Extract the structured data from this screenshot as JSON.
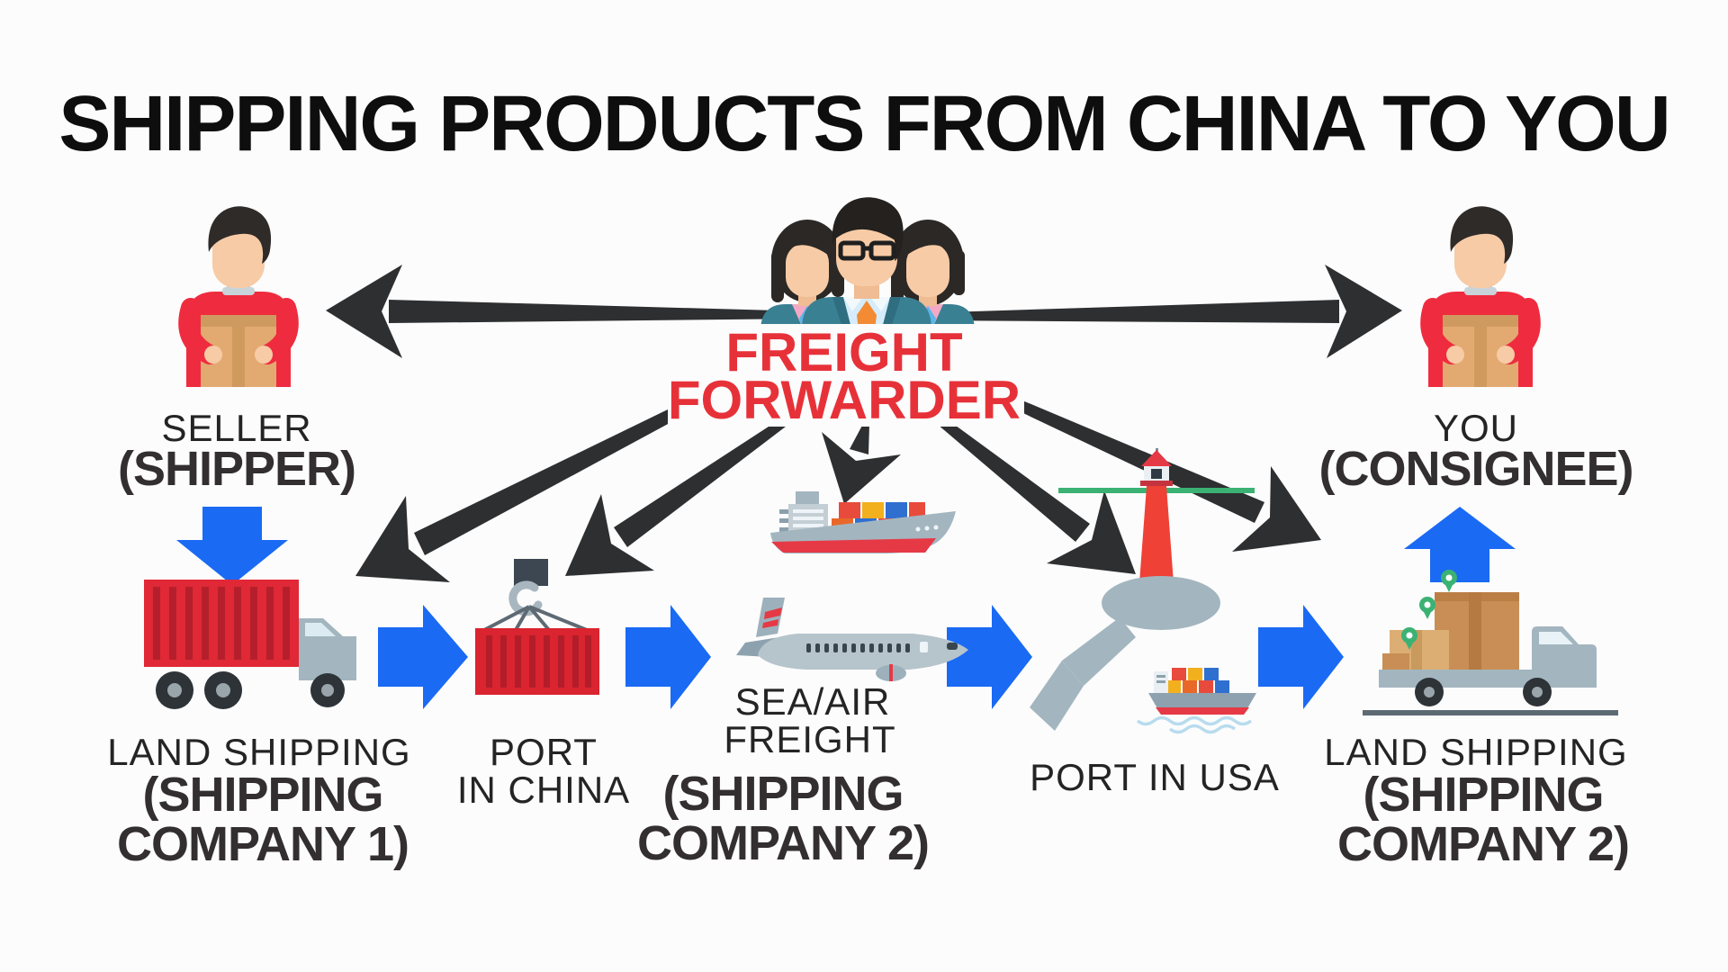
{
  "title": "SHIPPING PRODUCTS FROM CHINA TO YOU",
  "colors": {
    "accent_red": "#e73139",
    "arrow_black": "#2d2f31",
    "arrow_blue": "#1a6af4"
  },
  "freight_forwarder": {
    "label": "FREIGHT FORWARDER",
    "icon": "business-team-icon"
  },
  "nodes": {
    "seller": {
      "label": "SELLER",
      "sublabel": "(SHIPPER)",
      "icon": "person-holding-box-icon"
    },
    "you": {
      "label": "YOU",
      "sublabel": "(CONSIGNEE)",
      "icon": "person-holding-box-icon"
    },
    "land_shipping_1": {
      "label": "LAND SHIPPING",
      "sublabel": "(SHIPPING COMPANY 1)",
      "icon": "container-truck-icon"
    },
    "port_in_china": {
      "label_line1": "PORT",
      "label_line2": "IN CHINA",
      "icon": "crane-hook-container-icon"
    },
    "sea_air_freight": {
      "label_line1": "SEA/AIR",
      "label_line2": "FREIGHT",
      "sublabel": "(SHIPPING COMPANY 2)",
      "icon": "cargo-ship-and-airplane-icon"
    },
    "port_in_usa": {
      "label": "PORT IN USA",
      "icon": "lighthouse-pier-icon"
    },
    "land_shipping_2": {
      "label": "LAND SHIPPING",
      "sublabel": "(SHIPPING COMPANY 2)",
      "icon": "delivery-truck-boxes-icon"
    }
  }
}
